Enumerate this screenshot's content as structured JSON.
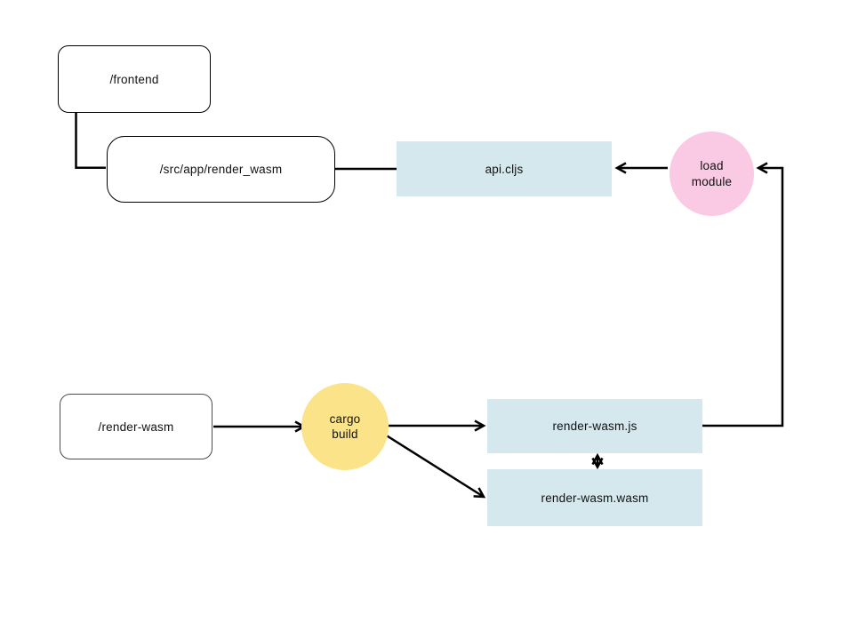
{
  "diagram": {
    "colors": {
      "background": "#ffffff",
      "stroke": "#000000",
      "light_blue_fill": "#d4e8ee",
      "pink_fill": "#fac9e3",
      "yellow_fill": "#fbe38a"
    },
    "nodes": {
      "frontend": {
        "label": "/frontend",
        "shape": "rounded-rect"
      },
      "src_app_render_wasm": {
        "label": "/src/app/render_wasm",
        "shape": "rounded-rect"
      },
      "api_cljs": {
        "label": "api.cljs",
        "shape": "rect",
        "fill": "#d4e8ee"
      },
      "load_module": {
        "lines": [
          "load",
          "module"
        ],
        "shape": "circle",
        "fill": "#fac9e3"
      },
      "render_wasm_dir": {
        "label": "/render-wasm",
        "shape": "rounded-rect"
      },
      "cargo_build": {
        "lines": [
          "cargo",
          "build"
        ],
        "shape": "circle",
        "fill": "#fbe38a"
      },
      "render_wasm_js": {
        "label": "render-wasm.js",
        "shape": "rect",
        "fill": "#d4e8ee"
      },
      "render_wasm_wasm": {
        "label": "render-wasm.wasm",
        "shape": "rect",
        "fill": "#d4e8ee"
      }
    },
    "edges": [
      {
        "from": "frontend",
        "to": "src_app_render_wasm",
        "type": "elbow",
        "arrow": "none"
      },
      {
        "from": "src_app_render_wasm",
        "to": "api_cljs",
        "type": "straight",
        "arrow": "none"
      },
      {
        "from": "load_module",
        "to": "api_cljs",
        "type": "straight",
        "arrow": "end"
      },
      {
        "from": "render_wasm_js",
        "to": "load_module",
        "type": "elbow",
        "arrow": "end"
      },
      {
        "from": "render_wasm_dir",
        "to": "cargo_build",
        "type": "straight",
        "arrow": "end"
      },
      {
        "from": "cargo_build",
        "to": "render_wasm_js",
        "type": "straight",
        "arrow": "end"
      },
      {
        "from": "cargo_build",
        "to": "render_wasm_wasm",
        "type": "diagonal",
        "arrow": "end"
      },
      {
        "from": "render_wasm_js",
        "to": "render_wasm_wasm",
        "type": "straight",
        "arrow": "both"
      }
    ]
  }
}
